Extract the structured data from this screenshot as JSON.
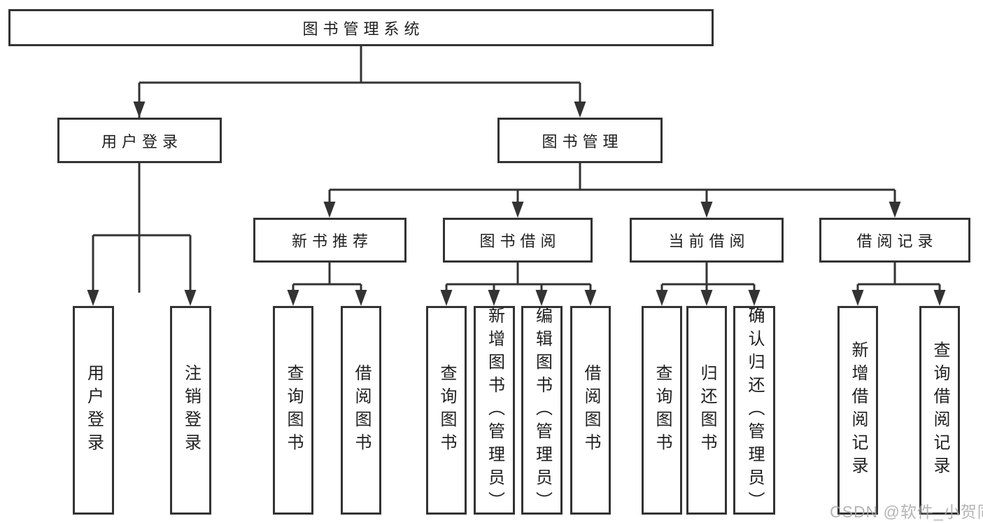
{
  "diagram_title": "图书管理系统",
  "watermark": "CSDN @软件_小贺同学",
  "colors": {
    "line": "#333333",
    "box_border": "#333333",
    "box_fill": "#ffffff",
    "text": "#1f1f1f",
    "watermark": "#a8a8a8",
    "background": "#ffffff"
  },
  "tree": {
    "label": "图书管理系统",
    "children": [
      {
        "label": "用户登录",
        "children": [
          {
            "label": "用户登录"
          },
          {
            "label": "注销登录"
          }
        ]
      },
      {
        "label": "图书管理",
        "children": [
          {
            "label": "新书推荐",
            "children": [
              {
                "label": "查询图书"
              },
              {
                "label": "借阅图书"
              }
            ]
          },
          {
            "label": "图书借阅",
            "children": [
              {
                "label": "查询图书"
              },
              {
                "label": "新增图书（管理员）"
              },
              {
                "label": "编辑图书（管理员）"
              },
              {
                "label": "借阅图书"
              }
            ]
          },
          {
            "label": "当前借阅",
            "children": [
              {
                "label": "查询图书"
              },
              {
                "label": "归还图书"
              },
              {
                "label": "确认归还（管理员）"
              }
            ]
          },
          {
            "label": "借阅记录",
            "children": [
              {
                "label": "新增借阅记录"
              },
              {
                "label": "查询借阅记录"
              }
            ]
          }
        ]
      }
    ]
  }
}
